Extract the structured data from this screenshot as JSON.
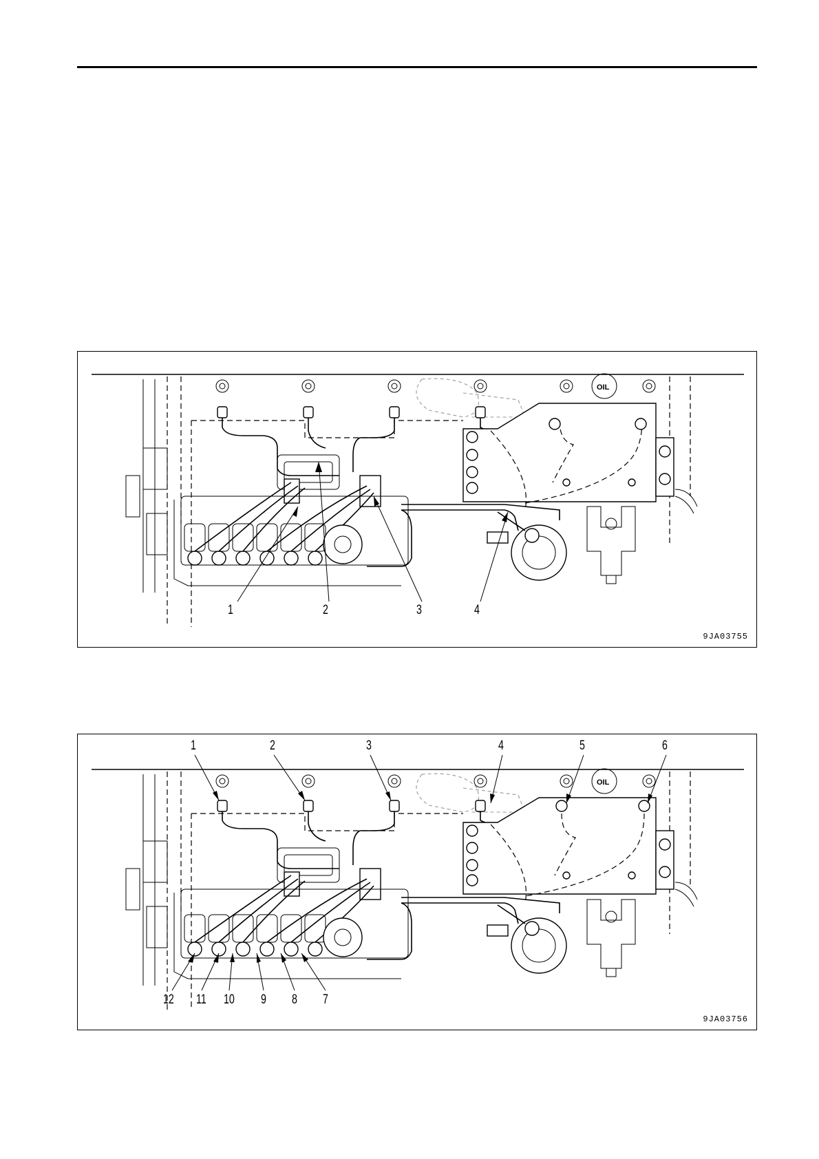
{
  "figures": [
    {
      "code": "9JA03755",
      "callouts": [
        "1",
        "2",
        "3",
        "4"
      ]
    },
    {
      "code": "9JA03756",
      "callouts": [
        "1",
        "2",
        "3",
        "4",
        "5",
        "6",
        "12",
        "11",
        "10",
        "9",
        "8",
        "7"
      ]
    }
  ],
  "engine_stamp": "OIL"
}
